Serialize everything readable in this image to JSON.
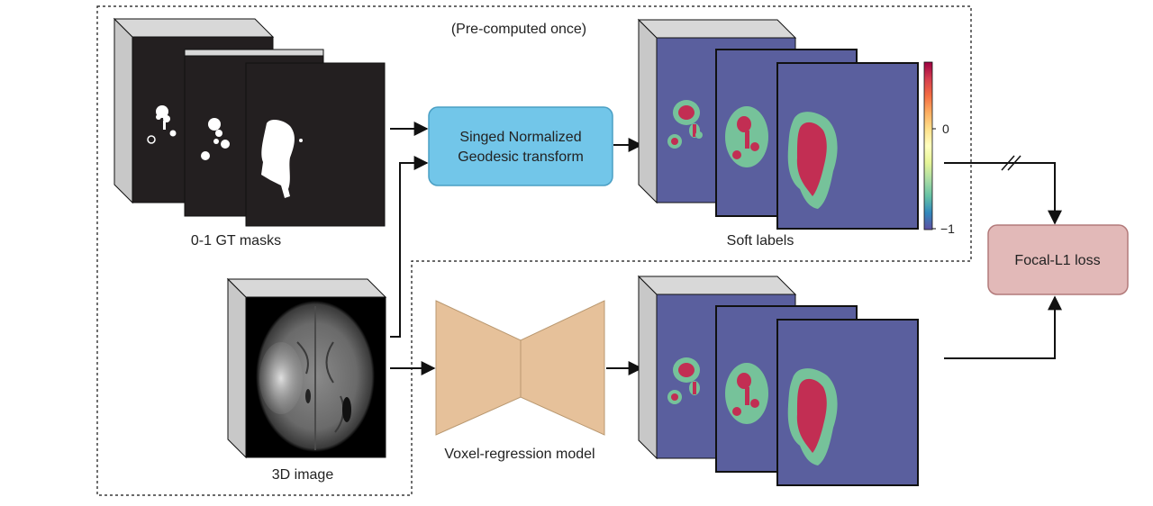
{
  "diagram": {
    "precomputed_label": "(Pre-computed once)",
    "gt_masks_label": "0-1 GT masks",
    "transform_label_line1": "Singed Normalized",
    "transform_label_line2": "Geodesic transform",
    "soft_labels_label": "Soft labels",
    "image_label": "3D image",
    "model_label": "Voxel-regression model",
    "loss_label": "Focal-L1 loss",
    "colorbar": {
      "tick_top": "0",
      "tick_bottom": "−1",
      "colors": [
        "#9e0142",
        "#d53e4f",
        "#f46d43",
        "#fdae61",
        "#fee08b",
        "#ffffbf",
        "#e6f598",
        "#abdda4",
        "#66c2a5",
        "#3288bd",
        "#5e4fa2"
      ]
    },
    "colors": {
      "transform_fill": "#72c6e9",
      "loss_fill": "#e2b9b8",
      "model_fill": "#e6c19a",
      "label_bg": "#5a5f9e",
      "tumor_core": "#c22e53",
      "tumor_edge": "#76c29a"
    }
  }
}
